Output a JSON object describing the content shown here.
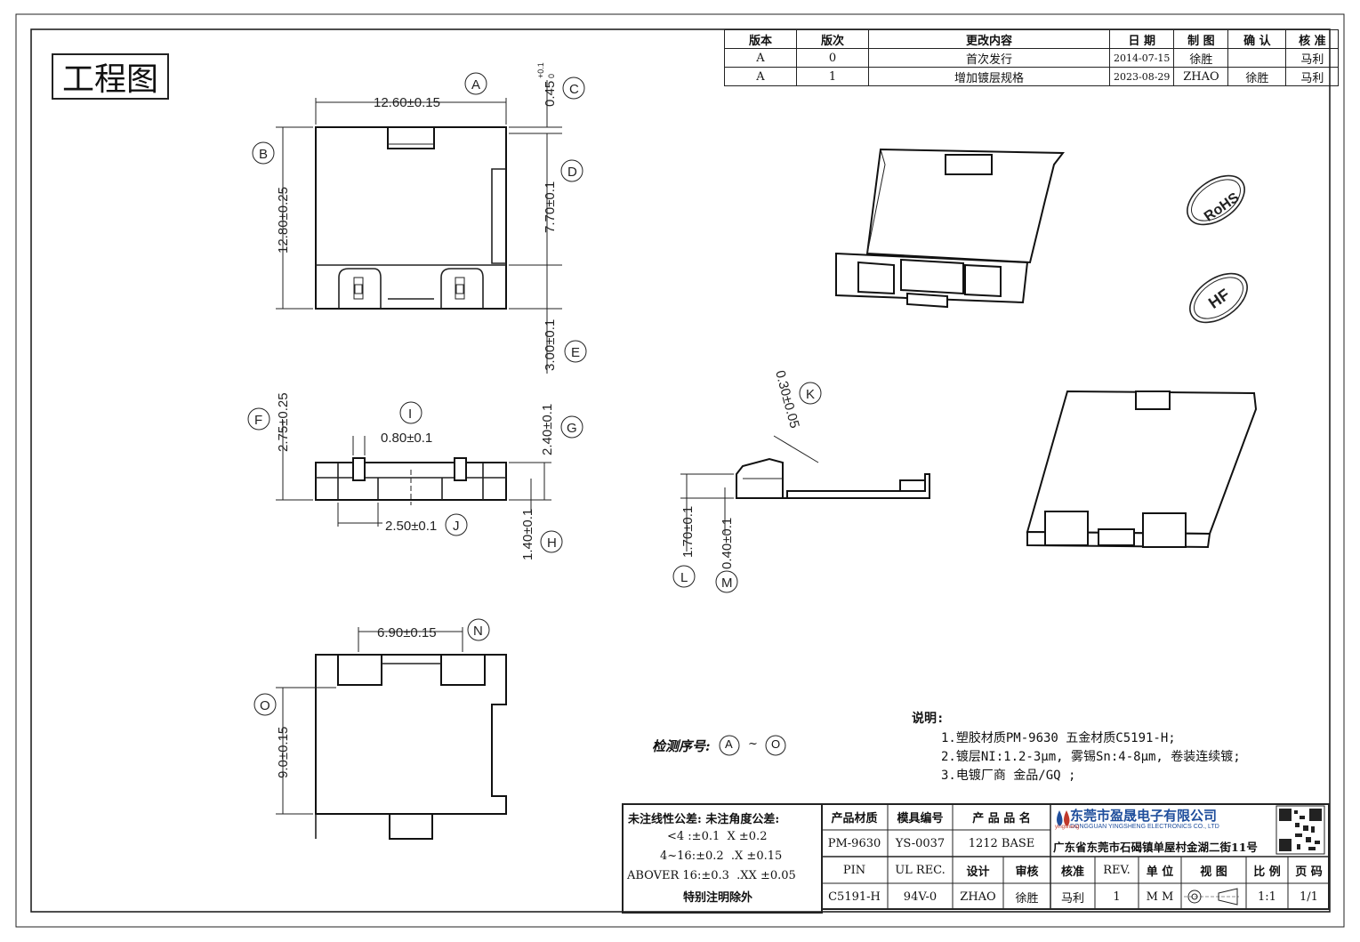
{
  "title_box": {
    "label": "工程图"
  },
  "revision_table": {
    "headers": [
      "版本",
      "版次",
      "更改内容",
      "日 期",
      "制 图",
      "确 认",
      "核 准"
    ],
    "rows": [
      [
        "A",
        "0",
        "首次发行",
        "2014-07-15",
        "徐胜",
        "",
        "马利"
      ],
      [
        "A",
        "1",
        "增加镀层规格",
        "2023-08-29",
        "ZHAO",
        "徐胜",
        "马利"
      ]
    ]
  },
  "stamps": {
    "rohs": "RoHS",
    "hf": "HF"
  },
  "dimensions": {
    "A": {
      "balloon": "A",
      "text": "12.60±0.15"
    },
    "B": {
      "balloon": "B",
      "text": "12.80±0.25"
    },
    "C": {
      "balloon": "C",
      "text": "0.45",
      "tol_upper": "+0.1",
      "tol_lower": "0"
    },
    "D": {
      "balloon": "D",
      "text": "7.70±0.1"
    },
    "E": {
      "balloon": "E",
      "text": "3.00±0.1"
    },
    "F": {
      "balloon": "F",
      "text": "2.75±0.25"
    },
    "G": {
      "balloon": "G",
      "text": "2.40±0.1"
    },
    "H": {
      "balloon": "H",
      "text": "1.40±0.1"
    },
    "I": {
      "balloon": "I",
      "text": "0.80±0.1"
    },
    "J": {
      "balloon": "J",
      "text": "2.50±0.1"
    },
    "K": {
      "balloon": "K",
      "text": "0.30±0.05"
    },
    "L": {
      "balloon": "L",
      "text": "1.70±0.1"
    },
    "M": {
      "balloon": "M",
      "text": "0.40±0.1"
    },
    "N": {
      "balloon": "N",
      "text": "6.90±0.15"
    },
    "O": {
      "balloon": "O",
      "text": "9.0±0.15"
    }
  },
  "inspection": {
    "label": "检测序号:",
    "from": "A",
    "sep": "~",
    "to": "O"
  },
  "notes": {
    "heading": "说明:",
    "items": [
      "1.塑胶材质PM-9630 五金材质C5191-H;",
      "2.镀层NI:1.2-3μm, 雾锡Sn:4-8μm, 卷装连续镀;",
      "3.电镀厂商 金品/GQ ;"
    ]
  },
  "tolerance_box": {
    "line1": "未注线性公差:  未注角度公差:",
    "line2": "<4 :±0.1  X ±0.2",
    "line3": "4~16:±0.2  .X ±0.15",
    "line4": "ABOVER 16:±0.3  .XX ±0.05",
    "line5": "特别注明除外"
  },
  "title_block": {
    "h_material": "产品材质",
    "h_mold": "模具编号",
    "h_name": "产 品 品 名",
    "material": "PM-9630",
    "mold": "YS-0037",
    "name": "1212 BASE",
    "h_pin": "PIN",
    "h_ul": "UL REC.",
    "h_design": "设计",
    "h_review": "审核",
    "h_approve": "核准",
    "h_rev": "REV.",
    "h_unit": "单 位",
    "h_view": "视 图",
    "h_scale": "比 例",
    "h_page": "页 码",
    "pin": "C5191-H",
    "ul": "94V-0",
    "design": "ZHAO",
    "review": "徐胜",
    "approve": "马利",
    "rev": "1",
    "unit": "M M",
    "scale": "1:1",
    "page": "1/1",
    "company_cn": "东莞市盈晟电子有限公司",
    "company_en": "DONGGUAN YINGSHENG ELECTRONICS CO., LTD",
    "address": "广东省东莞市石碣镇单屋村金湖二街11号",
    "logo_text": "yingsheng"
  }
}
